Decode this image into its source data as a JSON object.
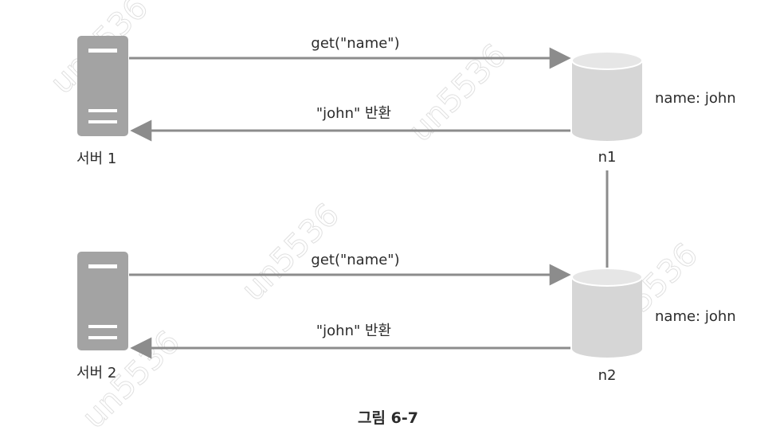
{
  "colors": {
    "server": "#a3a3a3",
    "server_line": "#ffffff",
    "db_body": "#d6d6d6",
    "db_top": "#e6e6e6",
    "arrow": "#8c8c8c",
    "text": "#2b2b2b"
  },
  "servers": [
    {
      "label": "서버 1"
    },
    {
      "label": "서버 2"
    }
  ],
  "nodes": [
    {
      "label": "n1",
      "data": "name: john"
    },
    {
      "label": "n2",
      "data": "name: john"
    }
  ],
  "flows": [
    {
      "request": "get(\"name\")",
      "response": "\"john\" 반환"
    },
    {
      "request": "get(\"name\")",
      "response": "\"john\" 반환"
    }
  ],
  "caption": "그림 6-7",
  "watermark": "un5536"
}
